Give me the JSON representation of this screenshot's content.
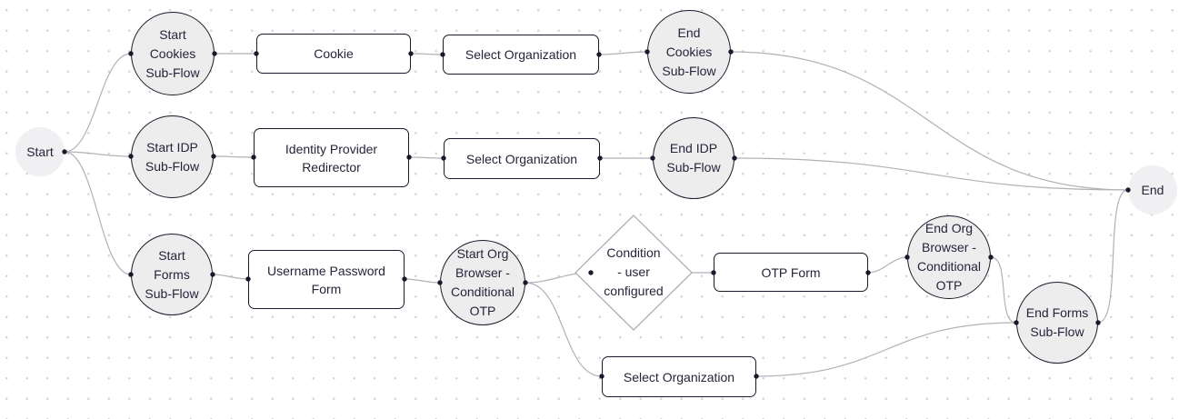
{
  "diagram": {
    "kind": "authentication-flow-graph",
    "grid": "dotted",
    "legend": "none",
    "title": ""
  },
  "colors": {
    "node_border": "#1a192b",
    "edge": "#b1b1b7",
    "circle_fill": "#ededee",
    "terminal_fill": "#f0f0f2",
    "diamond_border": "#a6a6af",
    "grid_dot": "#d2d2d8",
    "text": "#25243b"
  },
  "nodes": {
    "start": {
      "label": "Start",
      "type": "terminal"
    },
    "start_cookies": {
      "label": "Start Cookies Sub-Flow",
      "lines": [
        "Start",
        "Cookies",
        "Sub-Flow"
      ],
      "type": "subflow-start"
    },
    "cookie": {
      "label": "Cookie",
      "type": "step"
    },
    "select_org_cookies": {
      "label": "Select Organization",
      "type": "step"
    },
    "end_cookies": {
      "label": "End Cookies Sub-Flow",
      "lines": [
        "End",
        "Cookies",
        "Sub-Flow"
      ],
      "type": "subflow-end"
    },
    "start_idp": {
      "label": "Start IDP Sub-Flow",
      "lines": [
        "Start IDP",
        "Sub-Flow"
      ],
      "type": "subflow-start"
    },
    "idp_redirector": {
      "label": "Identity Provider Redirector",
      "lines": [
        "Identity Provider",
        "Redirector"
      ],
      "type": "step"
    },
    "select_org_idp": {
      "label": "Select Organization",
      "type": "step"
    },
    "end_idp": {
      "label": "End IDP Sub-Flow",
      "lines": [
        "End IDP",
        "Sub-Flow"
      ],
      "type": "subflow-end"
    },
    "start_forms": {
      "label": "Start Forms Sub-Flow",
      "lines": [
        "Start",
        "Forms",
        "Sub-Flow"
      ],
      "type": "subflow-start"
    },
    "username_password": {
      "label": "Username Password Form",
      "lines": [
        "Username Password",
        "Form"
      ],
      "type": "step"
    },
    "start_org_browser": {
      "label": "Start Org Browser - Conditional OTP",
      "lines": [
        "Start Org",
        "Browser -",
        "Conditional",
        "OTP"
      ],
      "type": "subflow-start"
    },
    "condition": {
      "label": "Condition - user configured",
      "lines": [
        "Condition",
        "- user",
        "configured"
      ],
      "type": "condition"
    },
    "otp_form": {
      "label": "OTP Form",
      "type": "step"
    },
    "end_org_browser": {
      "label": "End Org Browser - Conditional OTP",
      "lines": [
        "End Org",
        "Browser -",
        "Conditional",
        "OTP"
      ],
      "type": "subflow-end"
    },
    "select_org_forms": {
      "label": "Select Organization",
      "type": "step"
    },
    "end_forms": {
      "label": "End Forms Sub-Flow",
      "lines": [
        "End Forms",
        "Sub-Flow"
      ],
      "type": "subflow-end"
    },
    "end": {
      "label": "End",
      "type": "terminal"
    }
  },
  "edges": [
    {
      "from": "start",
      "to": "start_cookies"
    },
    {
      "from": "start",
      "to": "start_idp"
    },
    {
      "from": "start",
      "to": "start_forms"
    },
    {
      "from": "start_cookies",
      "to": "cookie"
    },
    {
      "from": "cookie",
      "to": "select_org_cookies"
    },
    {
      "from": "select_org_cookies",
      "to": "end_cookies"
    },
    {
      "from": "end_cookies",
      "to": "end"
    },
    {
      "from": "start_idp",
      "to": "idp_redirector"
    },
    {
      "from": "idp_redirector",
      "to": "select_org_idp"
    },
    {
      "from": "select_org_idp",
      "to": "end_idp"
    },
    {
      "from": "end_idp",
      "to": "end"
    },
    {
      "from": "start_forms",
      "to": "username_password"
    },
    {
      "from": "username_password",
      "to": "start_org_browser"
    },
    {
      "from": "start_org_browser",
      "to": "condition"
    },
    {
      "from": "start_org_browser",
      "to": "select_org_forms"
    },
    {
      "from": "condition",
      "to": "otp_form"
    },
    {
      "from": "otp_form",
      "to": "end_org_browser"
    },
    {
      "from": "end_org_browser",
      "to": "end_forms"
    },
    {
      "from": "select_org_forms",
      "to": "end_forms"
    },
    {
      "from": "end_forms",
      "to": "end"
    }
  ]
}
